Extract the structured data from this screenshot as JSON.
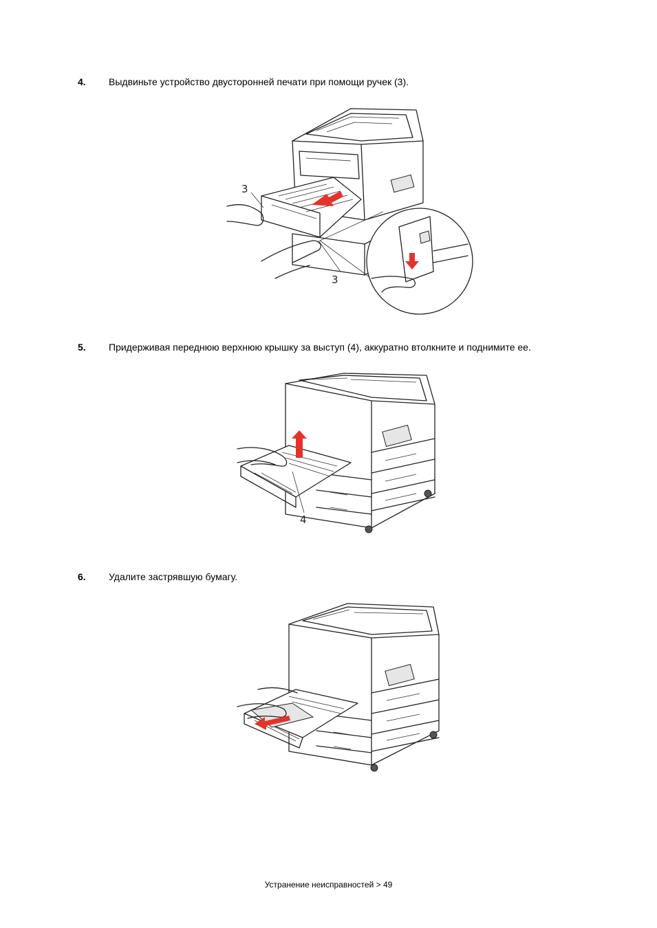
{
  "steps": [
    {
      "number": "4.",
      "text": "Выдвиньте устройство двусторонней печати при помощи ручек (3)."
    },
    {
      "number": "5.",
      "text": "Придерживая переднюю верхнюю крышку за выступ (4), аккуратно втолкните и поднимите ее."
    },
    {
      "number": "6.",
      "text": "Удалите застрявшую бумагу."
    }
  ],
  "figures": {
    "fig1": {
      "callout_left": "3",
      "callout_bottom": "3",
      "arrow_color": "#e3342b"
    },
    "fig2": {
      "callout": "4",
      "arrow_color": "#e3342b"
    },
    "fig3": {
      "arrow_color": "#e3342b"
    }
  },
  "footer": {
    "text": "Устранение неисправностей > 49"
  }
}
